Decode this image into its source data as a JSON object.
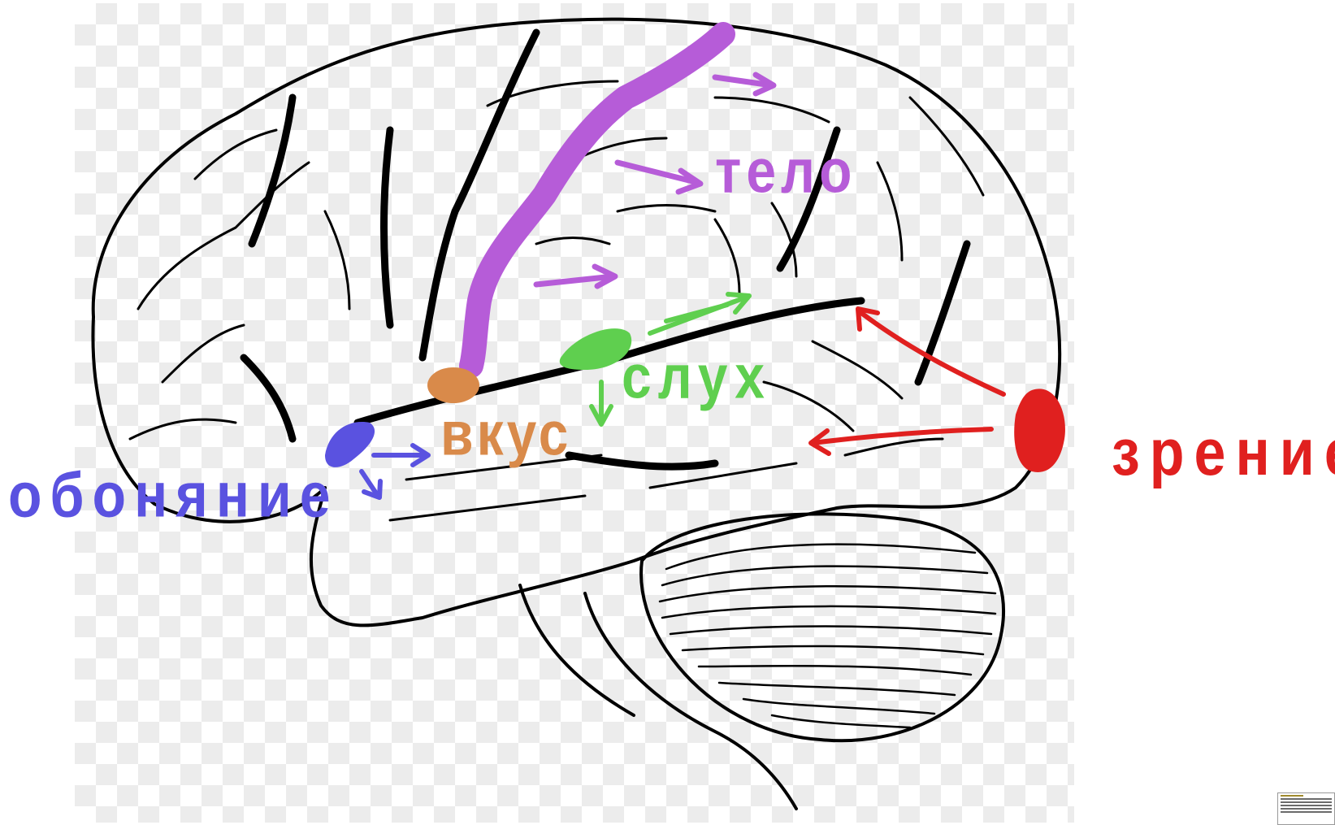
{
  "labels": {
    "body": "тело",
    "hearing": "слух",
    "taste": "вкус",
    "smell": "обоняние",
    "vision": "зрение"
  },
  "colors": {
    "body": "#b65cd8",
    "hearing": "#5fcf4f",
    "taste": "#d98a4a",
    "smell": "#5a52e0",
    "vision": "#e0201f",
    "outline": "#000000"
  }
}
